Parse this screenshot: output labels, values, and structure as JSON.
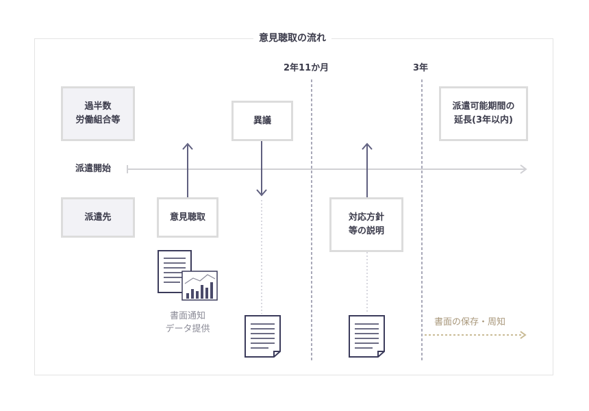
{
  "diagram": {
    "title": "意見聴取の流れ",
    "markers": {
      "first": "2年11か月",
      "second": "3年"
    },
    "timeline_start": "派遣開始",
    "boxes": {
      "majority": "過半数\n労働組合等",
      "client": "派遣先",
      "hearing": "意見聴取",
      "objection": "異議",
      "explanation": "対応方針\n等の説明",
      "extension": "派遣可能期間の\n延長(3年以内)"
    },
    "doc_caption": "書面通知\nデータ提供",
    "retention_note": "書面の保存・周知"
  },
  "colors": {
    "arrow": "#5e5e7e",
    "timeline": "#d0d0d4",
    "box_border": "#dcdcdc",
    "box_fill": "#f2f2f6",
    "dashed_marker": "#a8a8b8",
    "retention": "#c9bb96"
  }
}
